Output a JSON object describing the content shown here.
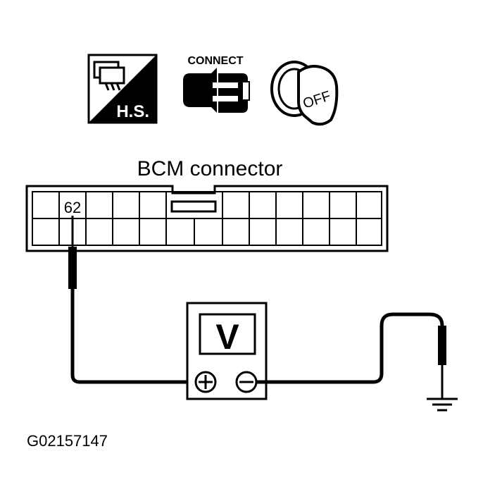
{
  "icons": {
    "hs_label": "H.S.",
    "connect_label": "CONNECT",
    "key_label": "OFF"
  },
  "connector": {
    "title": "BCM connector",
    "terminal_label": "62"
  },
  "meter": {
    "display": "V",
    "positive_symbol": "+",
    "negative_symbol": "−"
  },
  "figure_id": "G02157147",
  "colors": {
    "line": "#000000",
    "background": "#ffffff",
    "accent": "#000000"
  }
}
